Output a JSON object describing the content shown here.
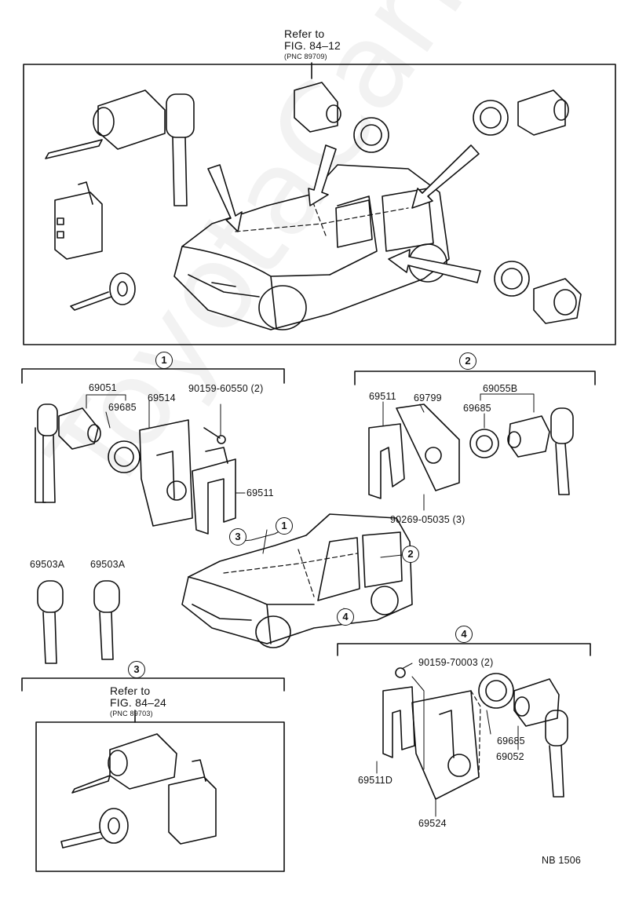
{
  "watermark": "ToyotaCarMine.ru",
  "top_ref": {
    "line1": "Refer to",
    "line2": "FIG. 84–12",
    "line3": "(PNC 89709)"
  },
  "section1": {
    "marker": "1",
    "parts": [
      "69051",
      "69685",
      "69514",
      "90159-60550 (2)",
      "69511"
    ]
  },
  "section2": {
    "marker": "2",
    "parts": [
      "69511",
      "69799",
      "69055B",
      "69685",
      "90269-05035 (3)"
    ]
  },
  "keys": {
    "left": "69503A",
    "right": "69503A"
  },
  "center_markers": [
    "1",
    "2",
    "3",
    "4"
  ],
  "section3": {
    "marker": "3",
    "line1": "Refer to",
    "line2": "FIG. 84–24",
    "line3": "(PNC 89703)"
  },
  "section4": {
    "marker": "4",
    "parts": [
      "90159-70003 (2)",
      "69511D",
      "69685",
      "69052",
      "69524"
    ]
  },
  "footer": {
    "code": "NB 1506"
  }
}
